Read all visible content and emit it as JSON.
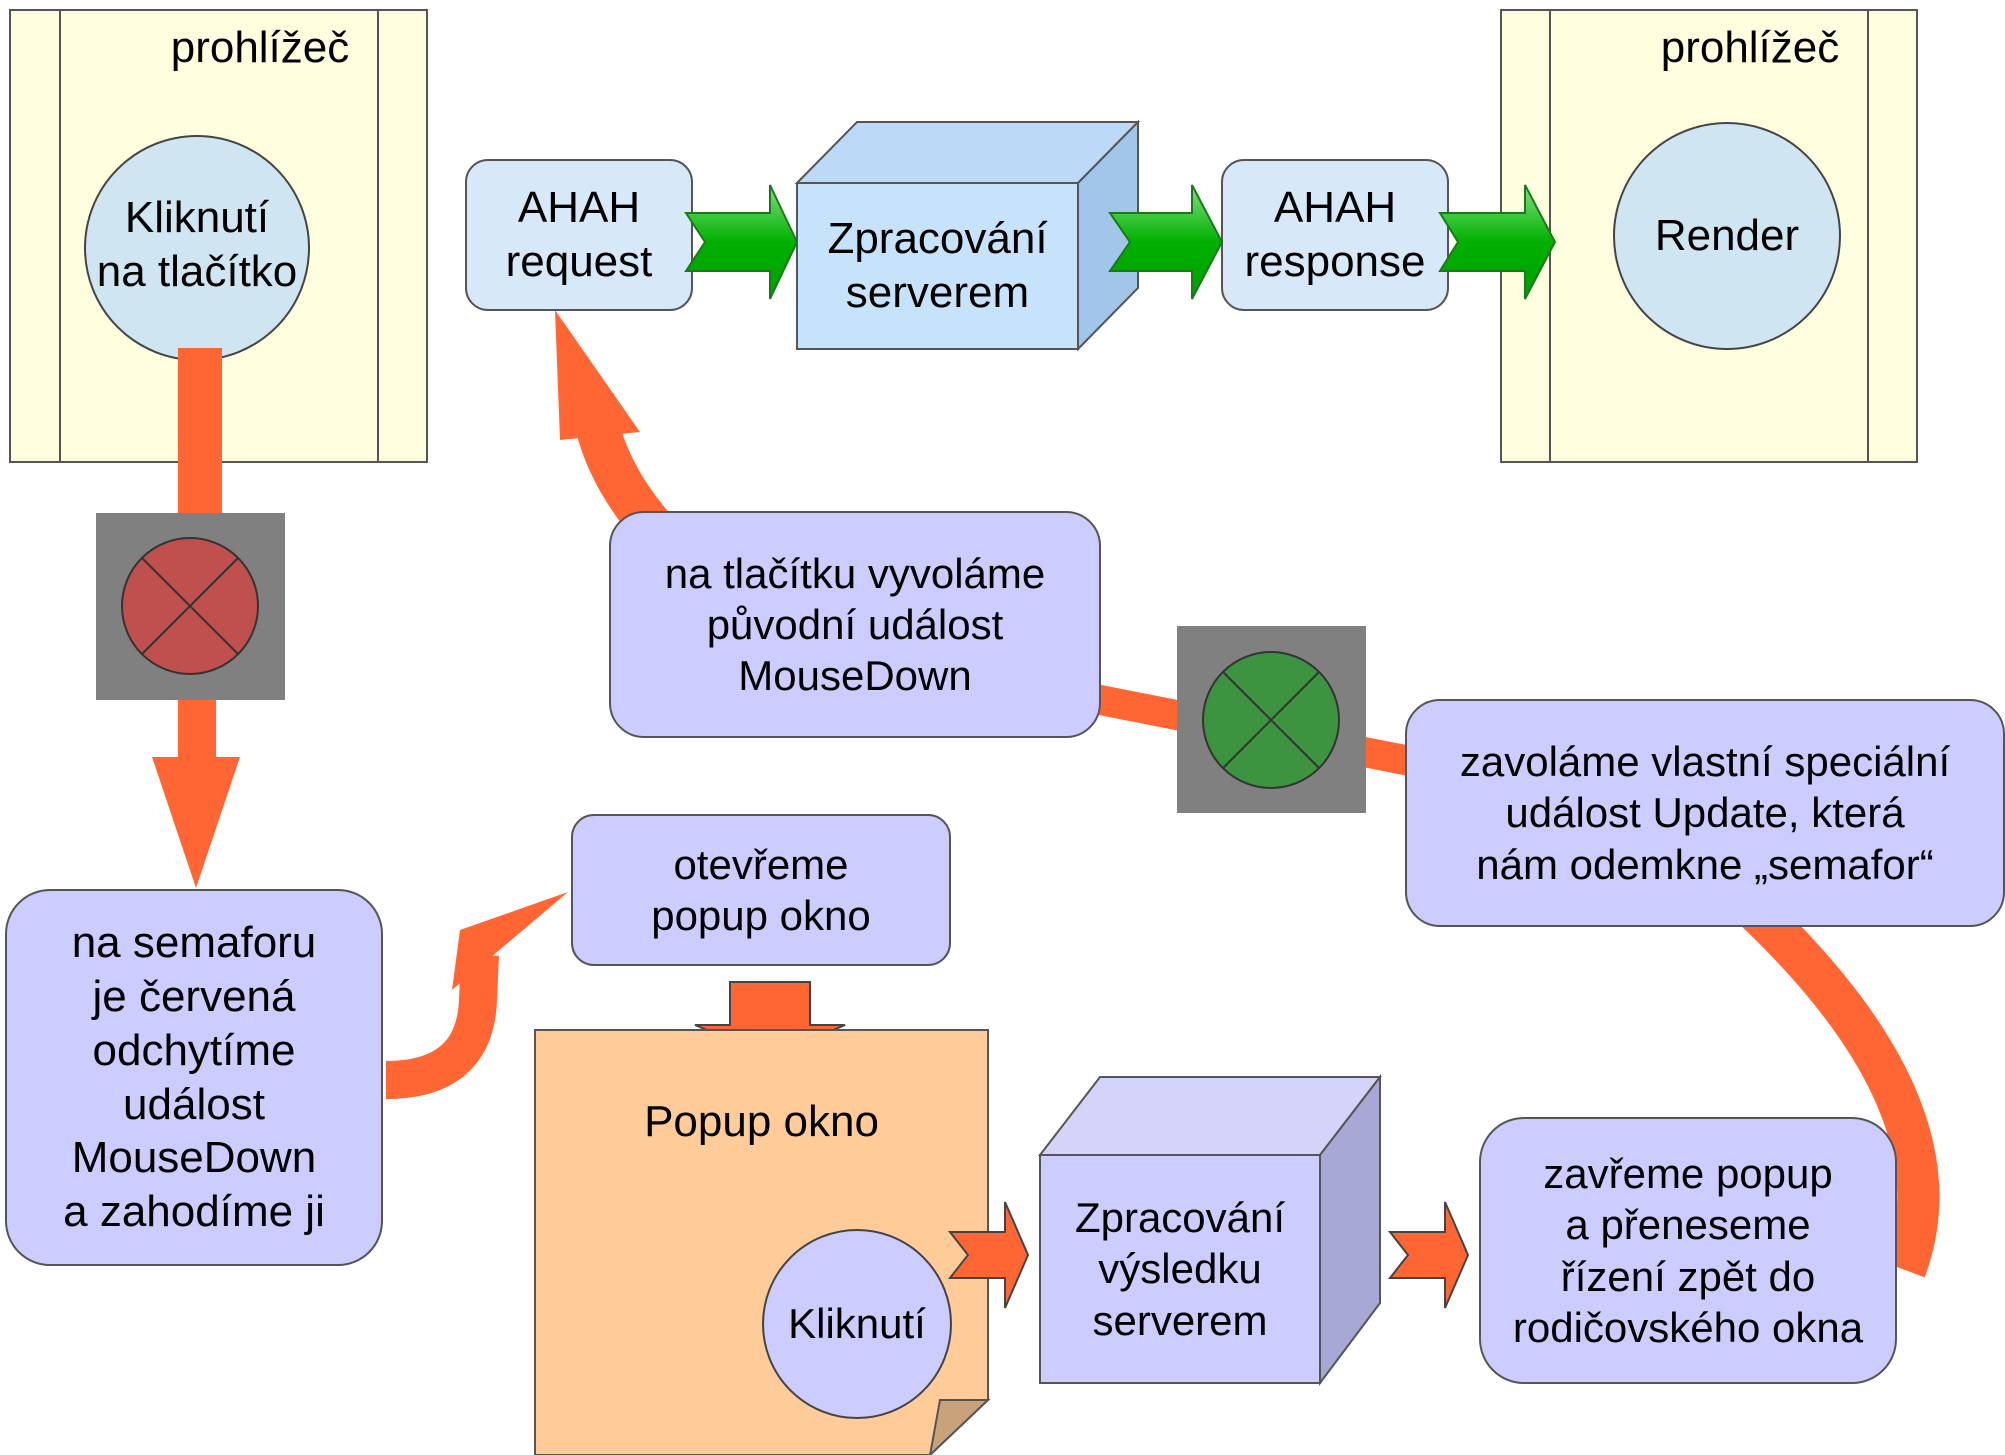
{
  "colors": {
    "browser_panel": "#ffffe0",
    "process_block": "#c7e3fb",
    "request_box": "#d7e9f9",
    "callout_box": "#ccccff",
    "popup_page": "#ffcc99",
    "flow_arrow_green": "#00b400",
    "flow_arrow_orange": "#ff6633",
    "semaphore_frame": "#808080",
    "semaphore_red": "#c0504d",
    "semaphore_green": "#3d9440"
  },
  "browser_left": {
    "title": "prohlížeč",
    "click_node": "Kliknutí\nna tlačítko"
  },
  "browser_right": {
    "title": "prohlížeč",
    "render_node": "Render"
  },
  "top_flow": {
    "ahah_request": "AHAH\nrequest",
    "server_processing": "Zpracování\nserverem",
    "ahah_response": "AHAH\nresponse"
  },
  "semaphores": {
    "red_state": "red",
    "green_state": "green"
  },
  "callouts": {
    "red_semaphore": "na semaforu\nje červená\nodchytíme\nudálost\nMouseDown\na zahodíme ji",
    "open_popup": "otevřeme\npopup okno",
    "fire_mousedown": "na tlačítku vyvoláme\npůvodní událost\nMouseDown",
    "call_update": "zavoláme vlastní speciální\nudálost Update, která\nnám odemkne „semafor“",
    "close_popup": "zavřeme popup\na přeneseme\nřízení zpět do\nrodičovského okna"
  },
  "popup_window": {
    "title": "Popup okno",
    "click_node": "Kliknutí"
  },
  "result_processing": "Zpracování\nvýsledku\nserverem"
}
